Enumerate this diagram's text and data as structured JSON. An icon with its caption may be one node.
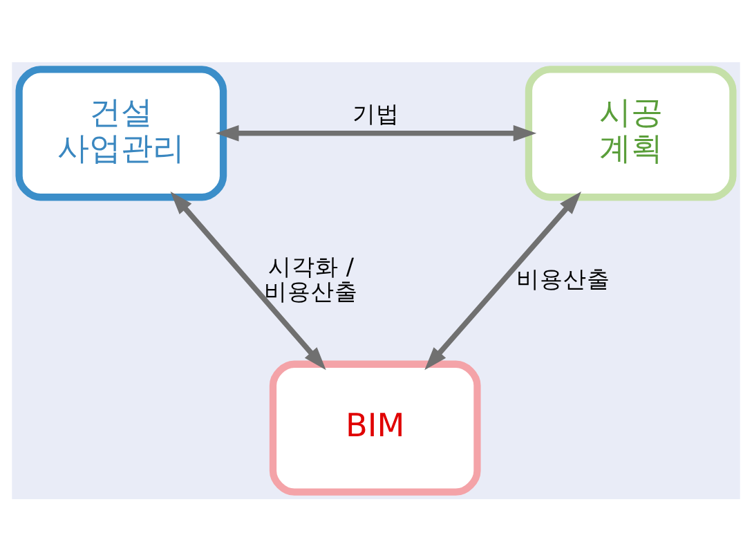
{
  "diagram": {
    "nodes": [
      {
        "text": [
          "건설 사업관리"
        ]
      },
      {
        "text": [
          "시공 계획"
        ]
      },
      {
        "text": [
          "BIM"
        ]
      }
    ],
    "edges": [
      {
        "from": 0,
        "to": 1,
        "arrow": "both",
        "label": "기법"
      },
      {
        "from": 0,
        "to": 2,
        "arrow": "both",
        "label": "시각화 / 비용산출"
      },
      {
        "from": 1,
        "to": 2,
        "arrow": "both",
        "label": "비용산출"
      }
    ]
  }
}
